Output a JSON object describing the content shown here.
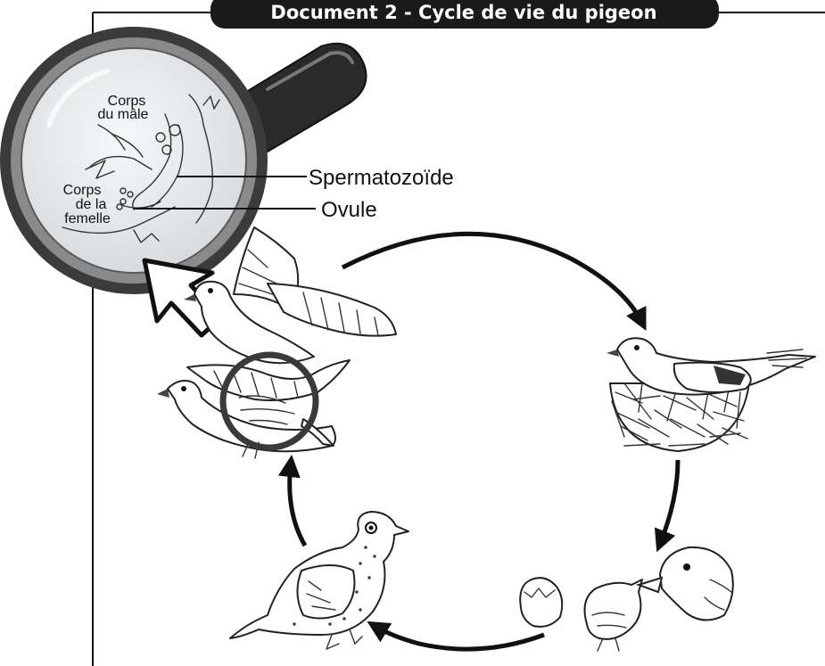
{
  "title": "Document 2 - Cycle de  vie du pigeon",
  "magnifier": {
    "male_label_line1": "Corps",
    "male_label_line2": "du mâle",
    "female_label_line1": "Corps",
    "female_label_line2": "de la",
    "female_label_line3": "femelle"
  },
  "labels": {
    "sperm": "Spermatozoïde",
    "ovum": "Ovule"
  },
  "colors": {
    "ink": "#222222",
    "title_bg": "#1a1a1a",
    "lens_rim": "#4a4a4a",
    "lens_glass": "#e9ecef"
  },
  "stages": [
    {
      "icon": "mating-pigeons-icon"
    },
    {
      "icon": "nesting-pigeon-icon"
    },
    {
      "icon": "hatchling-fed-icon"
    },
    {
      "icon": "young-pigeon-icon"
    }
  ]
}
